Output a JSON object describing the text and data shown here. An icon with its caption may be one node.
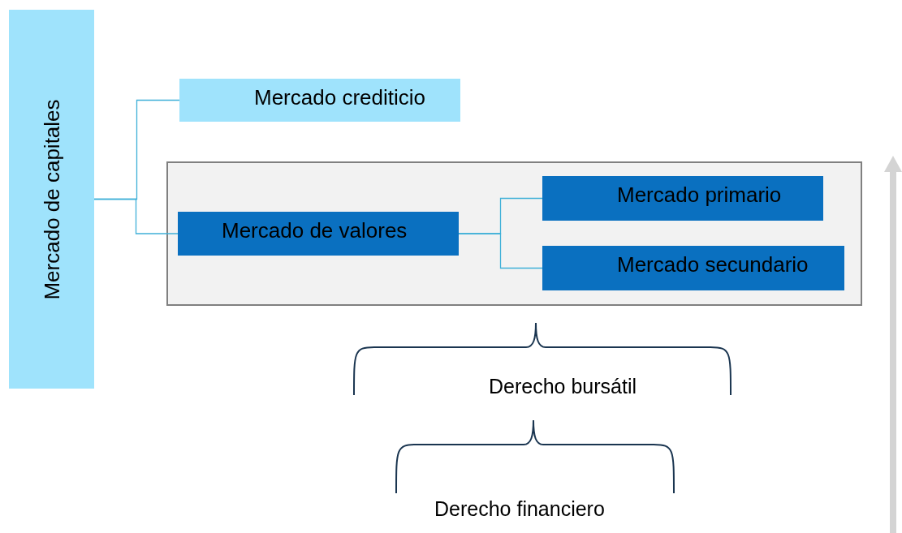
{
  "diagram": {
    "nodes": [
      {
        "text": [
          "Mercado de capitales"
        ]
      },
      {
        "text": [
          "Mercado crediticio"
        ]
      },
      {
        "text": [],
        "shape": "box"
      },
      {
        "text": [
          "Mercado de valores"
        ],
        "in": 2
      },
      {
        "text": [
          "Mercado primario"
        ],
        "in": 2
      },
      {
        "text": [
          "Mercado secundario"
        ],
        "in": 2
      }
    ],
    "edges": [
      {
        "from": 0,
        "to": 1,
        "arrow": "none"
      },
      {
        "from": 0,
        "to": 3,
        "arrow": "none"
      },
      {
        "from": 3,
        "to": 4,
        "arrow": "none"
      },
      {
        "from": 3,
        "to": 5,
        "arrow": "none"
      }
    ],
    "labels": [
      "Derecho bursátil",
      "Derecho financiero"
    ]
  }
}
